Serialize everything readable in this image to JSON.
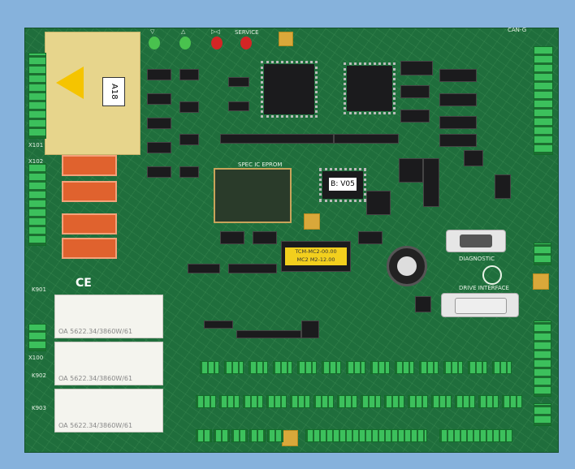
{
  "board": {
    "warning_plate_label": "A18",
    "led_labels": [
      "▽",
      "△",
      "▷◁",
      "SERVICE"
    ],
    "eprom_label": "SPEC IC EPROM",
    "firmware_sticker": "B: V05",
    "lcd_sticker_lines": [
      "TCM-MC2-00.00",
      "MC2 M2-12.00"
    ],
    "diagnostic_label": "DIAGNOSTIC",
    "drive_interface_label": "DRIVE INTERFACE",
    "can_label": "CAN-G",
    "relay_labels": [
      "K901",
      "K902",
      "K903"
    ],
    "connector_labels": [
      "X101",
      "X102",
      "X100"
    ],
    "relay_text": "OA 5622.34/3860W/61",
    "ce_mark": "CE"
  },
  "colors": {
    "background": "#86b2dc",
    "pcb": "#1f6e3c",
    "terminal": "#2fa84c",
    "relay_orange": "#e0622e"
  }
}
